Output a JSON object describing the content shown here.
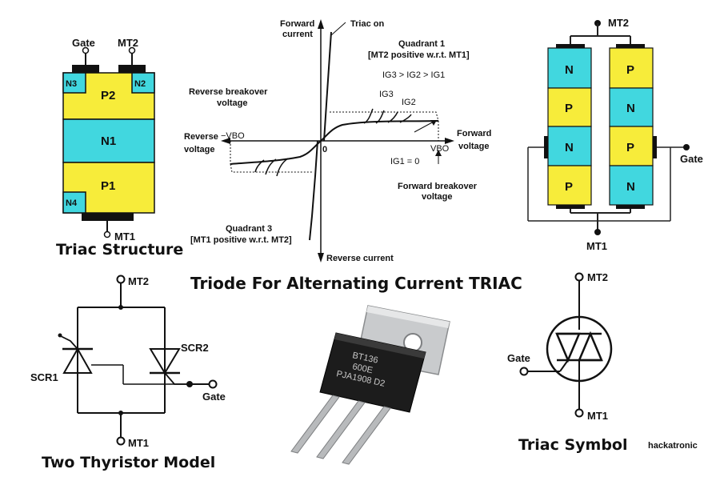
{
  "title": "Triode For Alternating Current TRIAC",
  "watermark": "hackatronic",
  "colors": {
    "p_layer": "#f7ec3a",
    "n_layer": "#41d7df",
    "metal": "#111111",
    "wire": "#222222"
  },
  "structure": {
    "caption": "Triac Structure",
    "gate": "Gate",
    "mt2": "MT2",
    "mt1": "MT1",
    "n3": "N3",
    "n2": "N2",
    "p2": "P2",
    "n1": "N1",
    "p1": "P1",
    "n4": "N4"
  },
  "vi_curve": {
    "forward_current": "Forward current",
    "triac_on": "Triac on",
    "quadrant1": "Quadrant 1",
    "quadrant1_note": "[MT2 positive w.r.t. MT1]",
    "gate_order": "IG3 > IG2 > IG1",
    "ig3": "IG3",
    "ig2": "IG2",
    "reverse_breakover": "Reverse breakover voltage",
    "reverse_voltage": "Reverse voltage",
    "neg_vbo": "−VBO",
    "origin": "0",
    "forward_voltage": "Forward voltage",
    "vbo": "VBO",
    "ig1_zero": "IG1 = 0",
    "forward_breakover": "Forward breakover voltage",
    "quadrant3": "Quadrant 3",
    "quadrant3_note": "[MT1 positive w.r.t. MT2]",
    "reverse_current": "Reverse current"
  },
  "layers": {
    "mt2": "MT2",
    "mt1": "MT1",
    "gate": "Gate",
    "left_stack": [
      "N",
      "P",
      "N",
      "P"
    ],
    "right_stack": [
      "P",
      "N",
      "P",
      "N"
    ]
  },
  "two_thyristor": {
    "caption": "Two Thyristor Model",
    "mt2": "MT2",
    "mt1": "MT1",
    "scr1": "SCR1",
    "scr2": "SCR2",
    "gate": "Gate"
  },
  "package": {
    "line1": "BT136",
    "line2": "600E",
    "line3": "PJA1908 D2"
  },
  "symbol": {
    "caption": "Triac Symbol",
    "mt2": "MT2",
    "mt1": "MT1",
    "gate": "Gate"
  }
}
